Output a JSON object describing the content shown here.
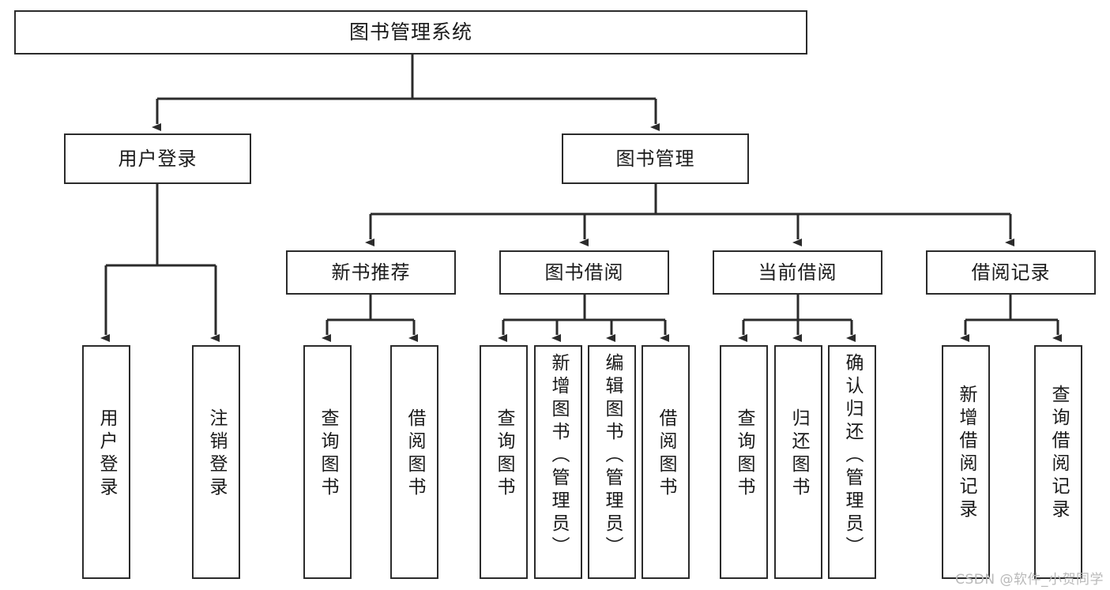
{
  "diagram": {
    "title": "图书管理系统",
    "type": "tree-hierarchy",
    "orientation": "top-down",
    "root": {
      "id": "root",
      "label": "图书管理系统"
    },
    "level2": [
      {
        "id": "user-login",
        "label": "用户登录"
      },
      {
        "id": "book-manage",
        "label": "图书管理"
      }
    ],
    "level3": [
      {
        "id": "new-book-rec",
        "label": "新书推荐",
        "parent": "book-manage"
      },
      {
        "id": "book-borrow",
        "label": "图书借阅",
        "parent": "book-manage"
      },
      {
        "id": "current-borrow",
        "label": "当前借阅",
        "parent": "book-manage"
      },
      {
        "id": "borrow-record",
        "label": "借阅记录",
        "parent": "book-manage"
      }
    ],
    "leaves": [
      {
        "id": "leaf-1",
        "label": "用户登录",
        "parent": "user-login"
      },
      {
        "id": "leaf-2",
        "label": "注销登录",
        "parent": "user-login"
      },
      {
        "id": "leaf-3",
        "label": "查询图书",
        "parent": "new-book-rec"
      },
      {
        "id": "leaf-4",
        "label": "借阅图书",
        "parent": "new-book-rec"
      },
      {
        "id": "leaf-5",
        "label": "查询图书",
        "parent": "book-borrow"
      },
      {
        "id": "leaf-6",
        "label": "新增图书（管理员）",
        "parent": "book-borrow"
      },
      {
        "id": "leaf-7",
        "label": "编辑图书（管理员）",
        "parent": "book-borrow"
      },
      {
        "id": "leaf-8",
        "label": "借阅图书",
        "parent": "book-borrow"
      },
      {
        "id": "leaf-9",
        "label": "查询图书",
        "parent": "current-borrow"
      },
      {
        "id": "leaf-10",
        "label": "归还图书",
        "parent": "current-borrow"
      },
      {
        "id": "leaf-11",
        "label": "确认归还（管理员）",
        "parent": "current-borrow"
      },
      {
        "id": "leaf-12",
        "label": "新增借阅记录",
        "parent": "borrow-record"
      },
      {
        "id": "leaf-13",
        "label": "查询借阅记录",
        "parent": "borrow-record"
      }
    ]
  },
  "watermark": {
    "text": "CSDN @软件_小贺同学"
  },
  "colors": {
    "box_border": "#2b2b2b",
    "box_fill": "#ffffff",
    "connector": "#2b2b2b",
    "text": "#1a1a1a",
    "watermark": "#b9b9b9",
    "background": "#ffffff"
  }
}
